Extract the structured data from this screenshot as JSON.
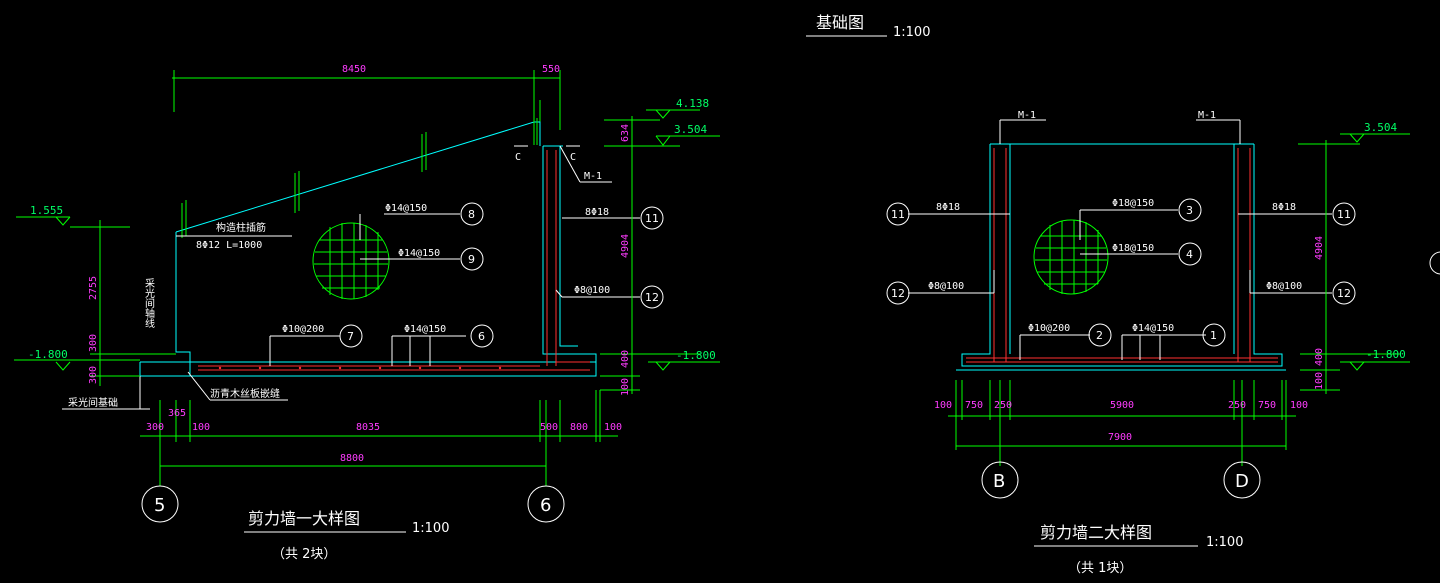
{
  "title_top": {
    "text": "基础图",
    "scale": "1:100"
  },
  "left": {
    "dims_top": [
      "8450",
      "550"
    ],
    "dims_bottom1": [
      "300",
      "365",
      "100",
      "8035",
      "500",
      "800",
      "100"
    ],
    "dims_bottom2": "8800",
    "dims_left": [
      "2755",
      "300",
      "300"
    ],
    "dims_right": [
      "634",
      "4904",
      "400",
      "100"
    ],
    "elev": [
      "1.555",
      "-1.800",
      "4.138",
      "3.504",
      "-1.800"
    ],
    "rebar": {
      "stair": "构造柱插筋",
      "stair2": "8Φ12 L=1000",
      "r8": "Φ14@150",
      "r9": "Φ14@150",
      "r11": "8Φ18",
      "r12": "Φ8@100",
      "r7": "Φ10@200",
      "r6": "Φ14@150"
    },
    "bubbles": [
      "8",
      "9",
      "11",
      "12",
      "7",
      "6"
    ],
    "notes": {
      "m1": "M-1",
      "c1": "C",
      "c2": "C",
      "asphalt": "沥青木丝板嵌缝",
      "pit": "采光间基础",
      "vert": "采光间轴线"
    },
    "axes": [
      "5",
      "6"
    ],
    "title": "剪力墙一大样图",
    "scale": "1:100",
    "count": "（共 2块）"
  },
  "right": {
    "dims_bottom1": [
      "100",
      "750",
      "250",
      "5900",
      "250",
      "750",
      "100"
    ],
    "dims_bottom2": "7900",
    "dims_right": [
      "4904",
      "400",
      "100"
    ],
    "elev": [
      "3.504",
      "-1.800"
    ],
    "rebar": {
      "l11": "8Φ18",
      "l12": "Φ8@100",
      "r3": "Φ18@150",
      "r4": "Φ18@150",
      "r11": "8Φ18",
      "r12": "Φ8@100",
      "r2": "Φ10@200",
      "r1": "Φ14@150"
    },
    "bubbles_left": [
      "11",
      "12"
    ],
    "bubbles": [
      "3",
      "4",
      "11",
      "12",
      "2",
      "1"
    ],
    "m1a": "M-1",
    "m1b": "M-1",
    "axes": [
      "B",
      "D"
    ],
    "title": "剪力墙二大样图",
    "scale": "1:100",
    "count": "（共 1块）"
  },
  "colors": {
    "bg": "#000000",
    "dim": "#00ff00",
    "dimtext": "#ff3cff",
    "wall": "#00ffff",
    "rebar": "#ff3030",
    "white": "#ffffff"
  }
}
